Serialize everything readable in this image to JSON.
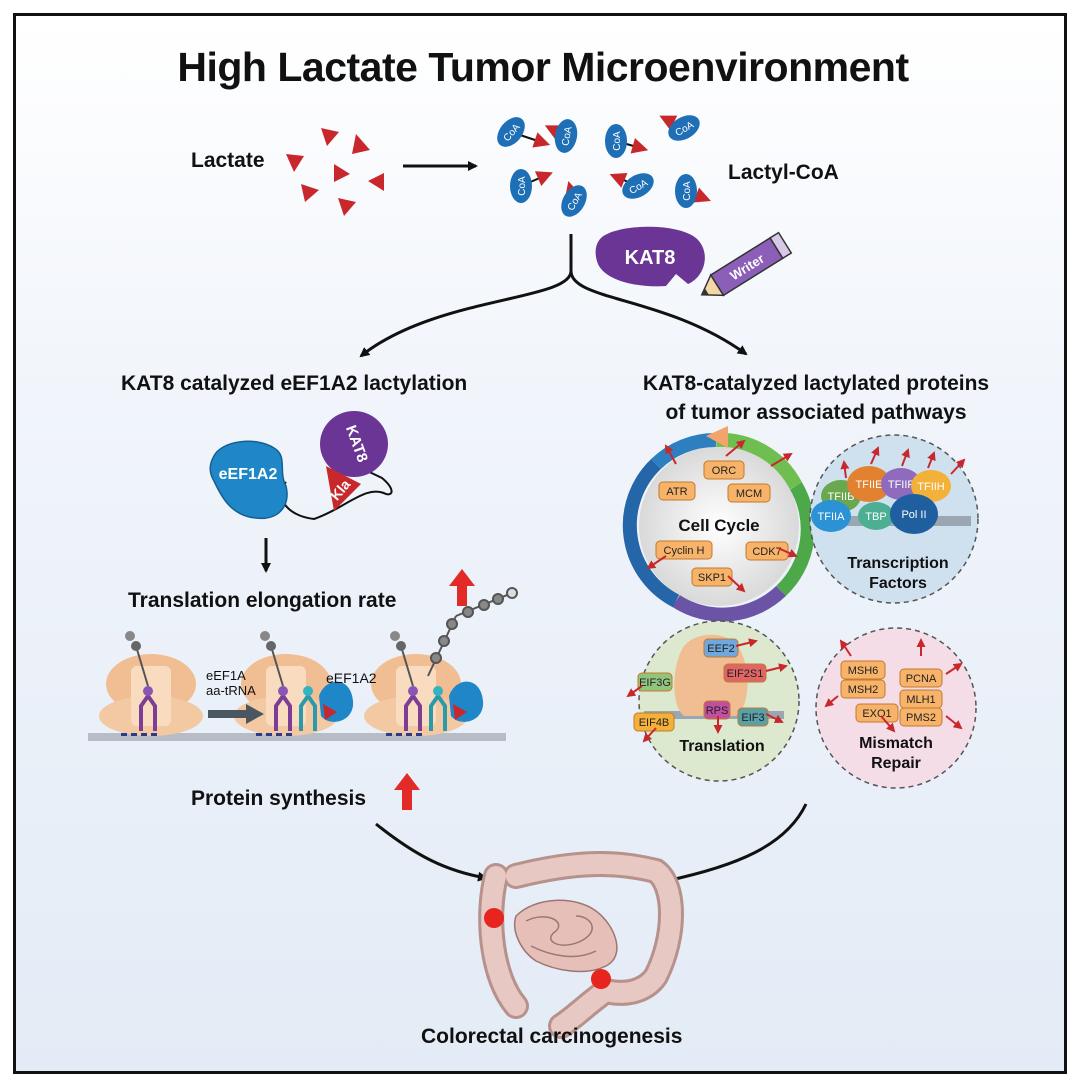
{
  "title": "High Lactate Tumor Microenvironment",
  "top": {
    "lactate_label": "Lactate",
    "lactyl_coa_label": "Lactyl-CoA",
    "coa": "CoA",
    "kat8": "KAT8",
    "writer": "Writer"
  },
  "left": {
    "heading": "KAT8 catalyzed eEF1A2 lactylation",
    "eef1a2": "eEF1A2",
    "kat8": "KAT8",
    "kla": "Kla",
    "elongation": "Translation elongation rate",
    "eef1a_line": "eEF1A",
    "aatrna_line": "aa-tRNA",
    "eef1a2_small": "eEF1A2",
    "protein_synthesis": "Protein synthesis"
  },
  "right": {
    "heading_line1": "KAT8-catalyzed lactylated proteins",
    "heading_line2": "of tumor associated pathways",
    "cell_cycle": {
      "title": "Cell Cycle",
      "items": [
        "ORC",
        "ATR",
        "MCM",
        "Cyclin H",
        "CDK7",
        "SKP1"
      ]
    },
    "transcription": {
      "title_line1": "Transcription",
      "title_line2": "Factors",
      "items": [
        "TFIIB",
        "TFIIE",
        "TFIIF",
        "TFIIH",
        "TFIIA",
        "TBP",
        "Pol II"
      ]
    },
    "translation": {
      "title": "Translation",
      "items": [
        "EEF2",
        "EIF2S1",
        "EIF3G",
        "RPS",
        "EIF4B",
        "EIF3"
      ]
    },
    "mismatch": {
      "title_line1": "Mismatch",
      "title_line2": "Repair",
      "items": [
        "MSH6",
        "MSH2",
        "PCNA",
        "EXO1",
        "MLH1",
        "PMS2"
      ]
    }
  },
  "bottom": {
    "carcinogenesis": "Colorectal carcinogenesis"
  },
  "colors": {
    "lactate": "#c8282c",
    "coa": "#1e6fb5",
    "kat8": "#6a3594",
    "eef1a2": "#1f86c8",
    "ribosome": "#f1bd92",
    "tag": "#f7b36a"
  }
}
